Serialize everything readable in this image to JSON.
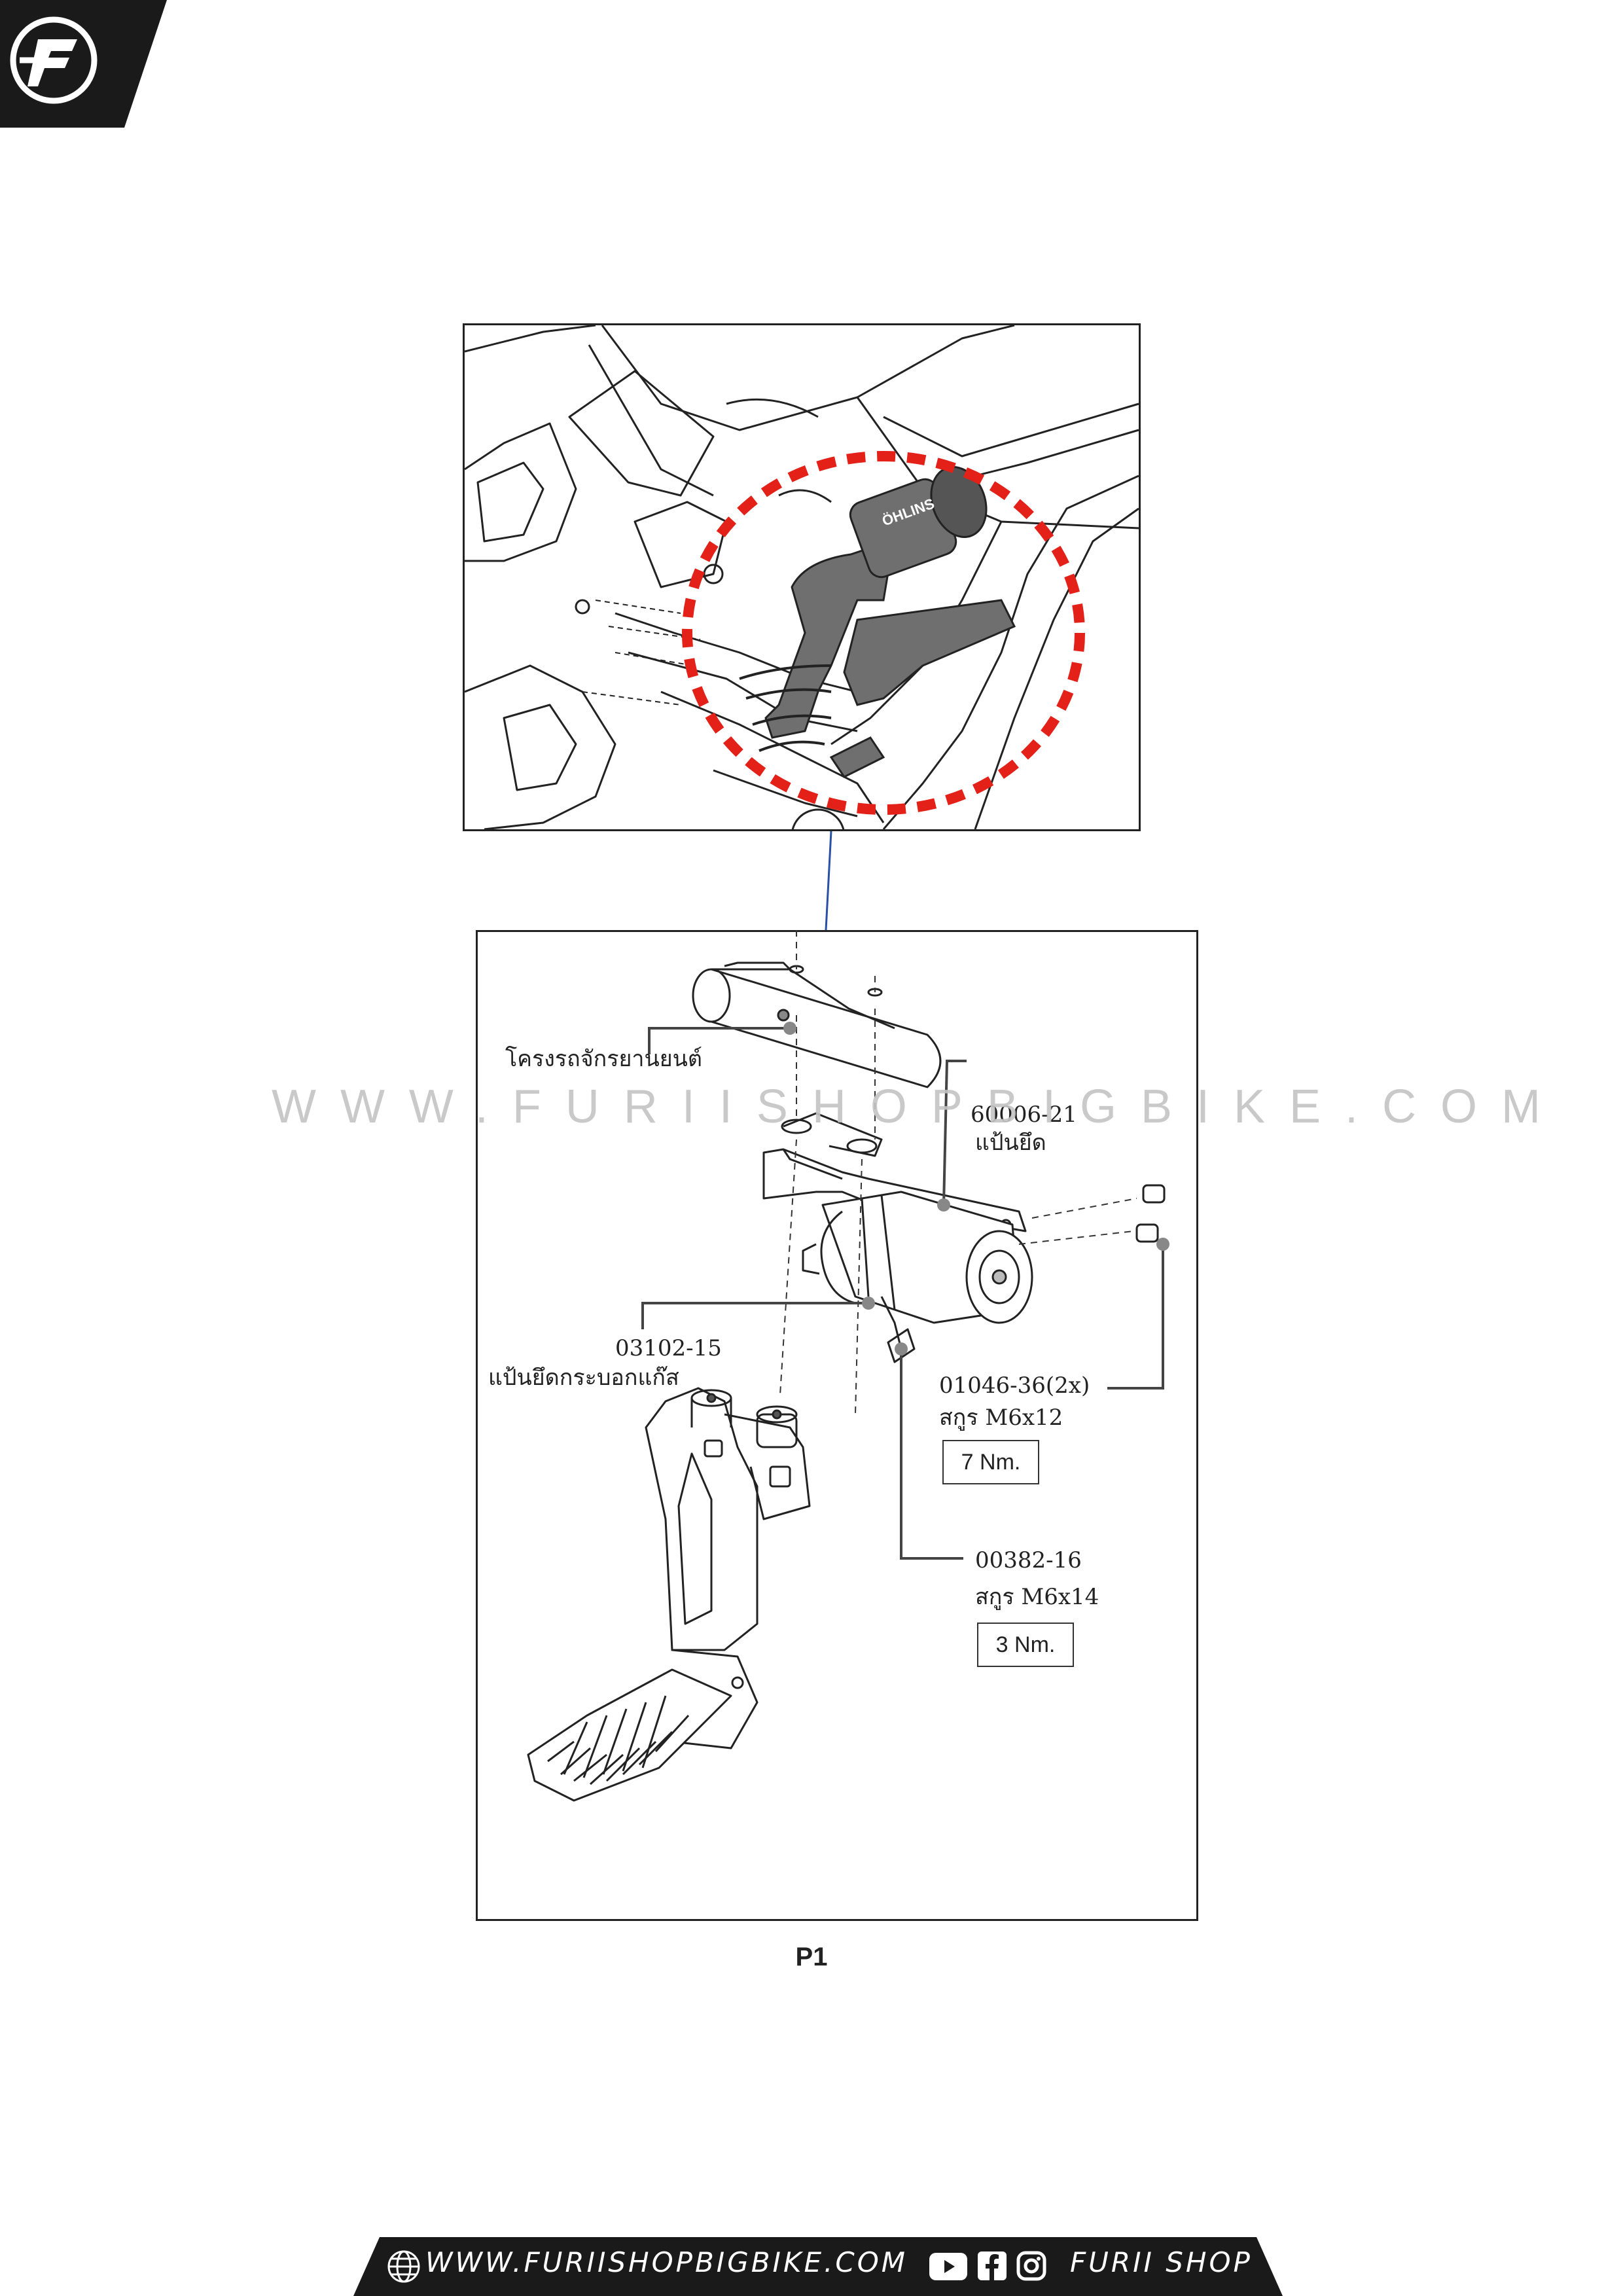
{
  "brand": {
    "logo_text": "F",
    "accent_color": "#e32119",
    "dark_color": "#1a1a1a"
  },
  "watermark": "WWW.FURIISHOPBIGBIKE.COM",
  "callouts": {
    "frame_label": "โครงรถจักรยานยนต์",
    "bracket_part": "60006-21",
    "bracket_name": "แป้นยึด",
    "gas_bracket_part": "03102-15",
    "gas_bracket_name": "แป้นยึดกระบอกแก๊ส",
    "screw1_part": "01046-36(2x)",
    "screw1_name": "สกูร M6x12",
    "screw1_torque": "7 Nm.",
    "screw2_part": "00382-16",
    "screw2_name": "สกูร M6x14",
    "screw2_torque": "3 Nm."
  },
  "page_label": "P1",
  "footer": {
    "url": "WWW.FURIISHOPBIGBIKE.COM",
    "shop_name": "FURII SHOP",
    "icons": [
      "globe-icon",
      "youtube-icon",
      "facebook-icon",
      "instagram-icon"
    ]
  }
}
